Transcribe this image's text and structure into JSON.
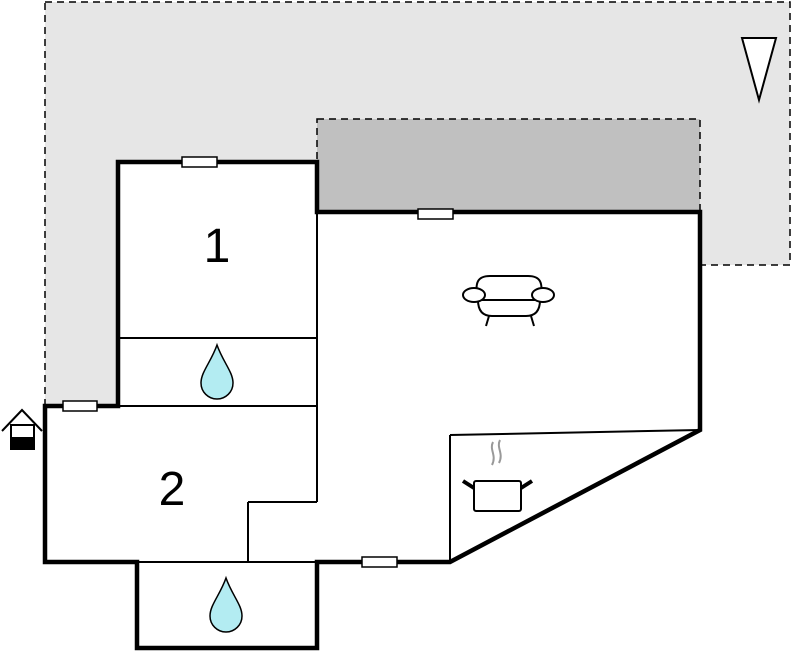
{
  "floorplan": {
    "rooms": [
      {
        "label": "1",
        "type": "bedroom"
      },
      {
        "label": "2",
        "type": "bedroom"
      }
    ],
    "icons": [
      "bathroom-drop-icon",
      "bathroom-drop-icon",
      "sofa-icon",
      "cooking-pot-icon",
      "entrance-house-icon",
      "north-arrow-icon"
    ],
    "colors": {
      "terrace": "#e6e6e6",
      "covered_terrace": "#c0c0c0",
      "water_drop": "#b3ecf2",
      "wall": "#000000"
    }
  }
}
